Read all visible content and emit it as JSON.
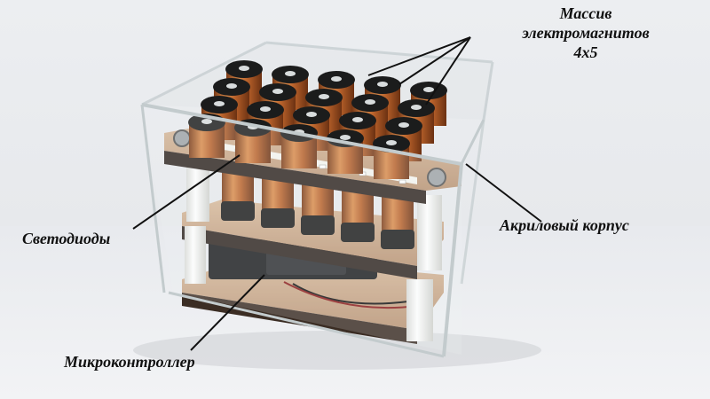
{
  "annotations": {
    "electromagnet_array": {
      "line1": "Массив",
      "line2": "электромагнитов",
      "line3": "4х5"
    },
    "leds": "Светодиоды",
    "acrylic_case": "Акриловый корпус",
    "microcontroller": "Микроконтроллер"
  },
  "colors": {
    "background": "#e9ebee",
    "copper": "#b8612a",
    "wood": "#c9a98a",
    "dark_wood": "#2f2520",
    "coil_cap": "#1b1c1c",
    "standoff": "#f5f5f3"
  }
}
